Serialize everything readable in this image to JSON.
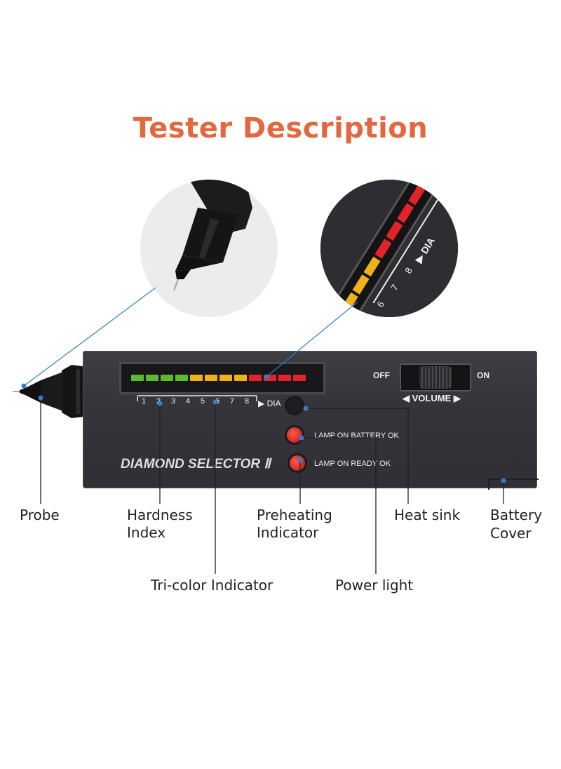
{
  "title": "Tester Description",
  "colors": {
    "title": "#e4683f",
    "leader_line": "#2f7fc6",
    "label_text": "#222222",
    "device_body": "#35353b",
    "green": "#5dbb2e",
    "yellow": "#f0b21a",
    "red": "#e3232a"
  },
  "device": {
    "brand_text": "DIAMOND SELECTOR Ⅱ",
    "switch_off": "OFF",
    "switch_on": "ON",
    "volume": "◀ VOLUME ▶",
    "scale_numbers": [
      "1",
      "2",
      "3",
      "4",
      "5",
      "6",
      "7",
      "8"
    ],
    "scale_end": "▶ DIA",
    "lamp_battery": "LAMP ON BATTERY OK",
    "lamp_ready": "LAMP ON READY OK",
    "indicator_segments": [
      "green",
      "green",
      "green",
      "green",
      "yellow",
      "yellow",
      "yellow",
      "yellow",
      "red",
      "red",
      "red",
      "red"
    ]
  },
  "zoom_bar": {
    "scale_numbers": [
      "6",
      "7",
      "8"
    ],
    "scale_end": "▶ DIA"
  },
  "labels": {
    "probe": "Probe",
    "hardness_line1": "Hardness",
    "hardness_line2": "Index",
    "preheating_line1": "Preheating",
    "preheating_line2": "Indicator",
    "heat_sink": "Heat sink",
    "battery_line1": "Battery",
    "battery_line2": "Cover",
    "tri_color": "Tri-color Indicator",
    "power_light": "Power light"
  }
}
